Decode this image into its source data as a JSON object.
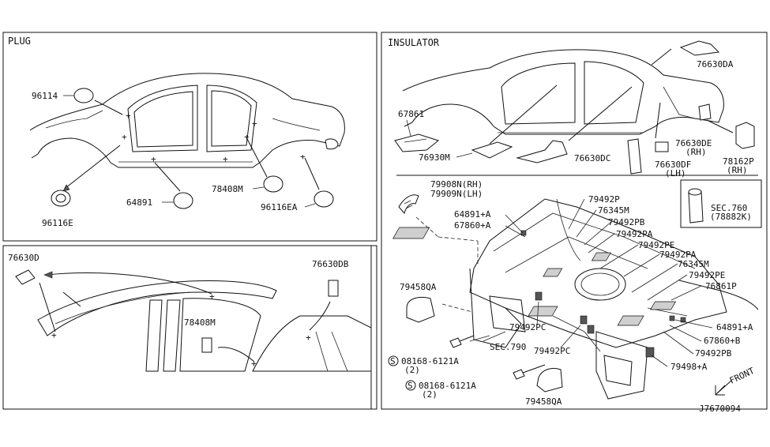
{
  "sections": {
    "plug": "PLUG",
    "insulator": "INSULATOR"
  },
  "labels": {
    "p96114": "96114",
    "p96116E": "96116E",
    "p64891_plug": "64891",
    "p78408M_plug": "78408M",
    "p96116EA": "96116EA",
    "p76630D": "76630D",
    "p76630DB": "76630DB",
    "p78408M_lower": "78408M",
    "p67861": "67861",
    "p76930M": "76930M",
    "p76630DC": "76630DC",
    "p76630DA": "76630DA",
    "p76630DE": "76630DE",
    "p76630DE_rh": "(RH)",
    "p76630DF": "76630DF",
    "p76630DF_lh": "(LH)",
    "p78162P": "78162P",
    "p78162P_rh": "(RH)",
    "p79908N": "79908N(RH)",
    "p79909N": "79909N(LH)",
    "p79492P": "79492P",
    "p76345M_top": "76345M",
    "p64891A_top": "64891+A",
    "p79492PB_top": "79492PB",
    "p67860A": "67860+A",
    "p79492PA_top": "79492PA",
    "p79492PE_top": "79492PE",
    "p79492PA_mid": "79492PA",
    "p76345M_mid": "76345M",
    "p79492PE_mid": "79492PE",
    "p76861P": "76861P",
    "p79458QA_left": "79458QA",
    "p79492PC_1": "79492PC",
    "p79492PC_2": "79492PC",
    "p64891A_right": "64891+A",
    "p67860B": "67860+B",
    "p79492PB_right": "79492PB",
    "pSEC790": "SEC.790",
    "p08168_1": "08168-6121A",
    "p08168_1q": "(2)",
    "p08168_2": "08168-6121A",
    "p08168_2q": "(2)",
    "p79498A": "79498+A",
    "p79458QA_bottom": "79458QA",
    "pSEC760": "SEC.760",
    "pSEC760b": "(78882K)",
    "front": "FRONT",
    "diagram_id": "J7670094",
    "screw_symbol": "S"
  },
  "icons": {
    "front_arrow": "front-arrow-icon",
    "screw": "screw-symbol-icon"
  }
}
